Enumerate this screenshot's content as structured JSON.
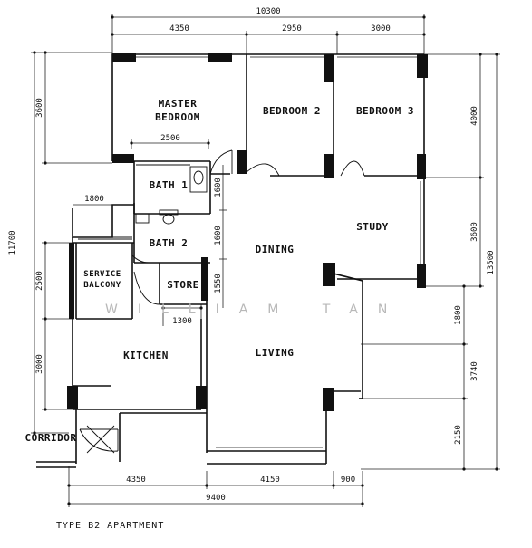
{
  "rooms": {
    "master_1": "MASTER",
    "master_2": "BEDROOM",
    "bedroom2": "BEDROOM 2",
    "bedroom3": "BEDROOM 3",
    "bath1": "BATH 1",
    "bath2": "BATH 2",
    "dining": "DINING",
    "study": "STUDY",
    "service_1": "SERVICE",
    "service_2": "BALCONY",
    "store": "STORE",
    "kitchen": "KITCHEN",
    "living": "LIVING",
    "corridor": "CORRIDOR"
  },
  "dims": {
    "total_top": "10300",
    "top_a": "4350",
    "top_b": "2950",
    "top_c": "3000",
    "master_w": "2500",
    "left_total": "11700",
    "left_a": "3600",
    "left_b": "2500",
    "left_c": "3000",
    "service_w": "1800",
    "bath1_h": "1600",
    "bath2_h": "1600",
    "store_h": "1550",
    "store_w": "1300",
    "right_total": "13500",
    "right_a": "4000",
    "right_b": "3600",
    "right_c": "1800",
    "right_d": "3740",
    "right_e": "2150",
    "bottom_a": "4350",
    "bottom_b": "4150",
    "bottom_c": "900",
    "bottom_total": "9400"
  },
  "watermark": "WILLIAM TAN",
  "caption": "TYPE B2 APARTMENT"
}
